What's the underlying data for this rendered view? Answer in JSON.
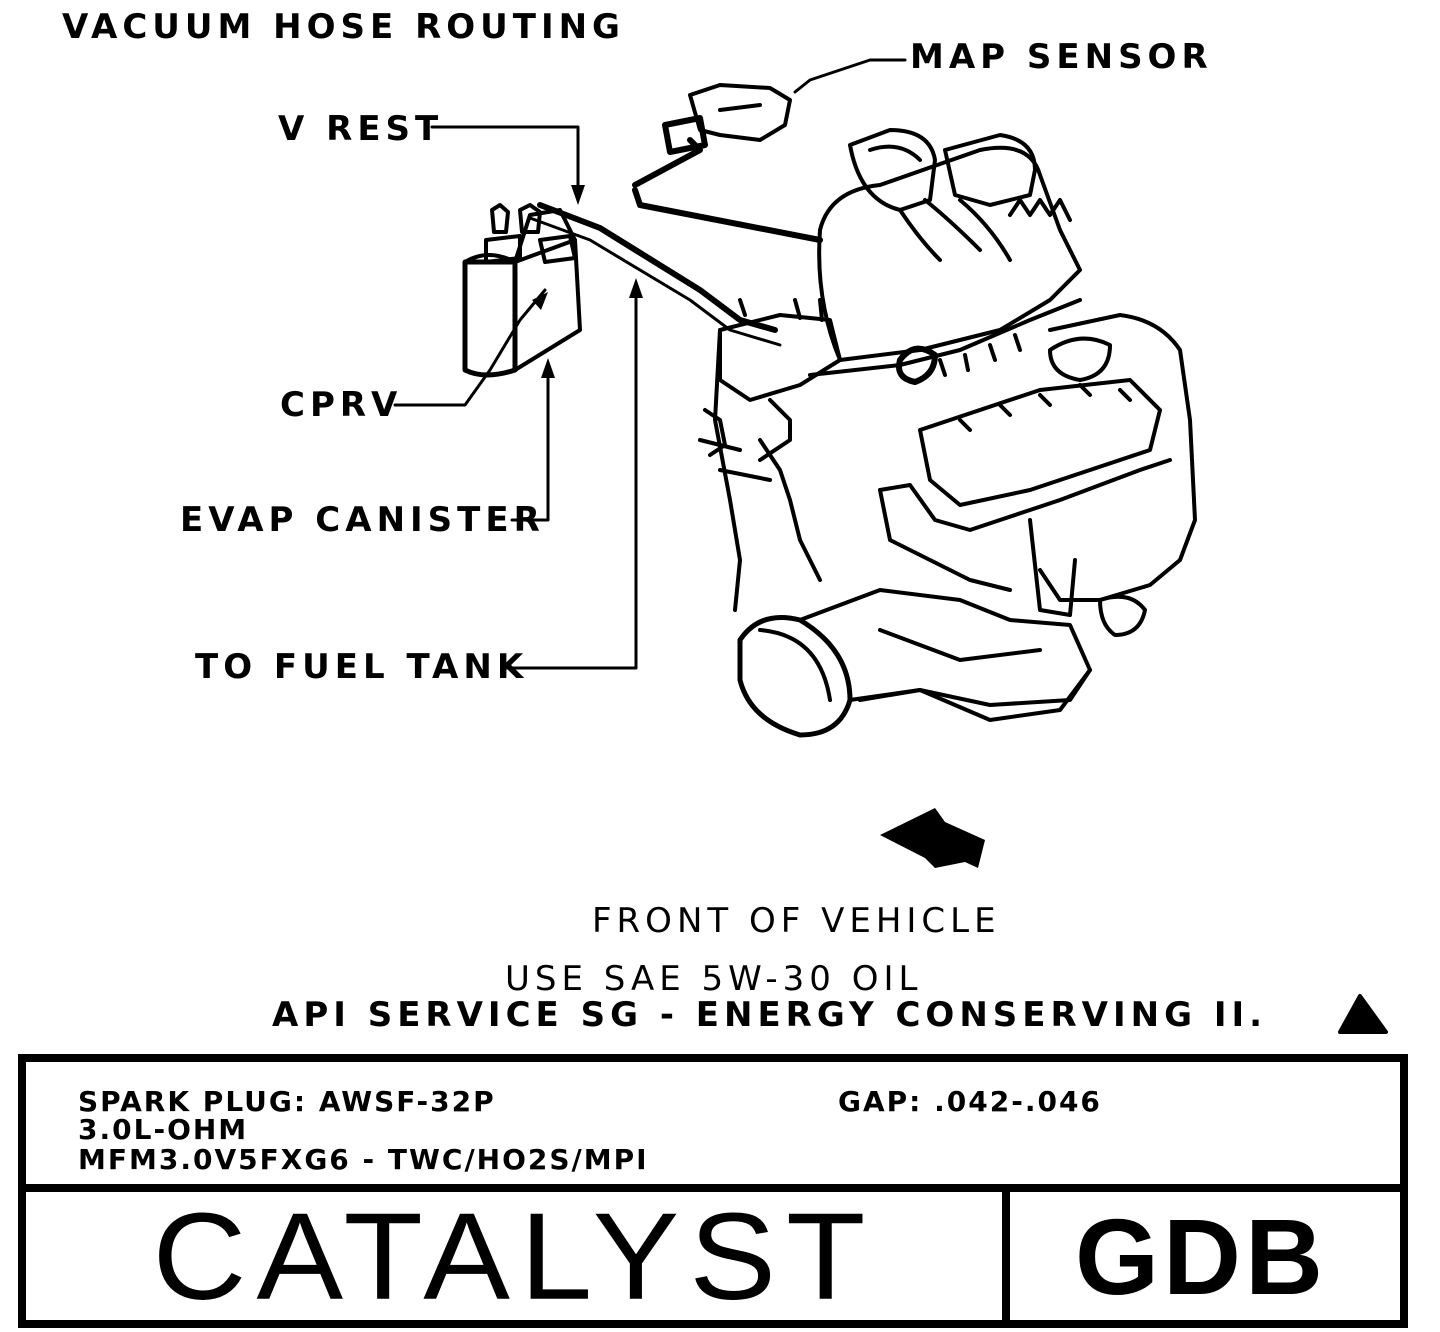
{
  "title": "VACUUM HOSE ROUTING",
  "labels": {
    "map_sensor": "MAP SENSOR",
    "v_rest": "V REST",
    "cprv": "CPRV",
    "evap_canister": "EVAP CANISTER",
    "to_fuel_tank": "TO FUEL TANK",
    "front_of_vehicle": "FRONT OF VEHICLE"
  },
  "oil": {
    "line1": "USE SAE 5W-30 OIL",
    "line2": "API SERVICE SG - ENERGY CONSERVING II."
  },
  "spec": {
    "spark_plug": "SPARK PLUG: AWSF-32P",
    "gap": "GAP: .042-.046",
    "engine": "3.0L-OHM",
    "family": "MFM3.0V5FXG6 - TWC/HO2S/MPI"
  },
  "catalyst_label": "CATALYST",
  "code": "GDB",
  "colors": {
    "ink": "#000000",
    "paper": "#ffffff"
  },
  "icons": [
    "warning-triangle-icon",
    "front-direction-arrow-icon"
  ]
}
